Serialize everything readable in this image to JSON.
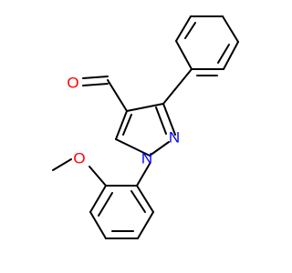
{
  "atoms": {
    "aldehyde_oxygen": {
      "label": "O",
      "color": "#ff0000"
    },
    "ring_nitrogen_1": {
      "label": "N",
      "color": "#0000ff"
    },
    "ring_nitrogen_2": {
      "label": "N",
      "color": "#0000ff"
    },
    "methoxy_oxygen": {
      "label": "O",
      "color": "#ff0000"
    }
  },
  "colors": {
    "bond": "#000000",
    "background": "#ffffff"
  }
}
